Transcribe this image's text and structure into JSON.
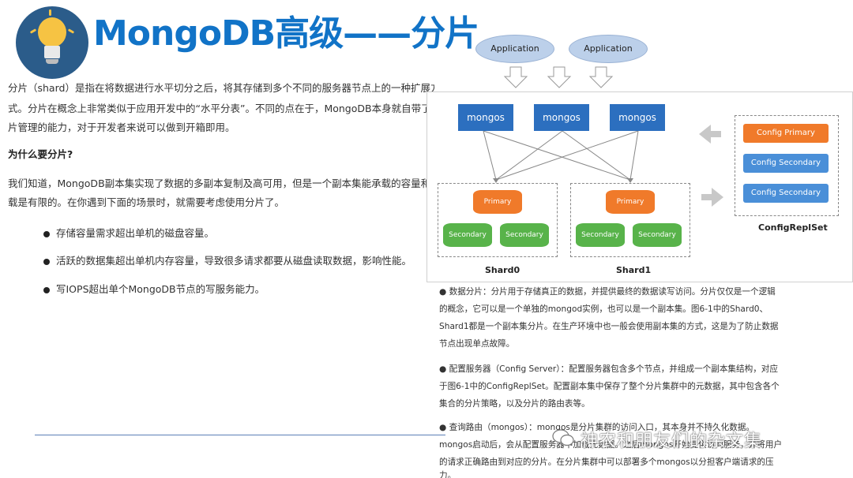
{
  "header": {
    "title": "MongoDB高级——分片"
  },
  "intro": {
    "lines": [
      "分片（shard）是指在将数据进行水平切分之后，将其存储到多个不同的服务器节点上的一种扩展方",
      "式。分片在概念上非常类似于应用开发中的“水平分表”。不同的点在于，MongoDB本身就自带了分",
      "片管理的能力，对于开发者来说可以做到开箱即用。"
    ]
  },
  "why": {
    "heading": "为什么要分片?",
    "lines": [
      "我们知道，MongoDB副本集实现了数据的多副本复制及高可用，但是一个副本集能承载的容量和负",
      "载是有限的。在你遇到下面的场景时，就需要考虑使用分片了。"
    ],
    "bullets": [
      "存储容量需求超出单机的磁盘容量。",
      "活跃的数据集超出单机内存容量，导致很多请求都要从磁盘读取数据，影响性能。",
      "写IOPS超出单个MongoDB节点的写服务能力。"
    ]
  },
  "diagram": {
    "apps": [
      "Application",
      "Application"
    ],
    "mongos": [
      "mongos",
      "mongos",
      "mongos"
    ],
    "shard0": {
      "primary": "Primary",
      "secondaries": [
        "Secondary",
        "Secondary"
      ],
      "label": "Shard0"
    },
    "shard1": {
      "primary": "Primary",
      "secondaries": [
        "Secondary",
        "Secondary"
      ],
      "label": "Shard1"
    },
    "config": {
      "items": [
        "Config Primary",
        "Config Secondary",
        "Config Secondary"
      ],
      "label": "ConfigReplSet"
    },
    "colors": {
      "mongos": "#2c6fbf",
      "primary": "#f07a2a",
      "secondary": "#58b34a",
      "config_secondary": "#4a8fd8"
    }
  },
  "right_text": {
    "lines": [
      "● 数据分片：分片用于存储真正的数据，并提供最终的数据读写访问。分片仅仅是一个逻辑",
      "的概念，它可以是一个单独的mongod实例，也可以是一个副本集。图6-1中的Shard0、",
      "Shard1都是一个副本集分片。在生产环境中也一般会使用副本集的方式，这是为了防止数据",
      "节点出现单点故障。",
      "",
      "● 配置服务器（Config Server）：配置服务器包含多个节点，并组成一个副本集结构，对应",
      "于图6-1中的ConfigReplSet。配置副本集中保存了整个分片集群中的元数据，其中包含各个",
      "集合的分片策略，以及分片的路由表等。",
      "",
      "● 查询路由（mongos）：mongos是分片集群的访问入口，其本身并不持久化数据。",
      "mongos启动后，会从配置服务器中加载元数据。之后mongos开始提供访问服务，并将用户",
      "的请求正确路由到对应的分片。在分片集群中可以部署多个mongos以分担客户端请求的压",
      "力。"
    ]
  },
  "watermark": {
    "text": "神农和朋友们的杂文集"
  }
}
